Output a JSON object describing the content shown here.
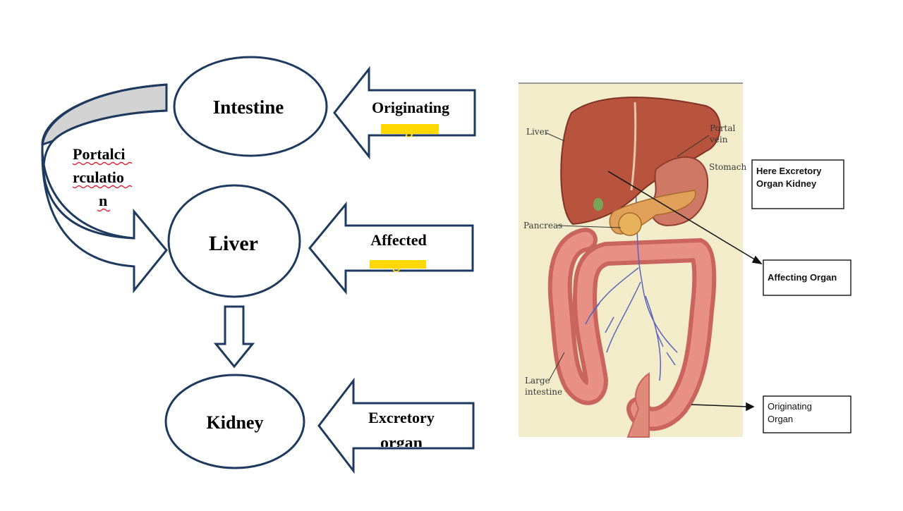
{
  "colors": {
    "outline": "#1f3a5f",
    "portal_fill": "#d3d3d3",
    "highlight": "#ffd800",
    "image_bg": "#f3eccb",
    "organ_red": "#b8533e",
    "vein": "#5b64b8"
  },
  "flow": {
    "nodes": {
      "intestine": "Intestine",
      "liver": "Liver",
      "kidney": "Kidney"
    },
    "arrows": {
      "originating_line1": "Originating",
      "originating_line2": "organ",
      "affected_line1": "Affected",
      "affected_line2": "organ",
      "excretory_line1": "Excretory",
      "excretory_line2": "organ"
    },
    "portal_label": [
      "Portalci",
      "rculatio",
      "n"
    ]
  },
  "illustration": {
    "labels": {
      "liver": "Liver",
      "portal_vein_1": "Portal",
      "portal_vein_2": "vein",
      "stomach": "Stomach",
      "pancreas": "Pancreas",
      "large_intestine_1": "Large",
      "large_intestine_2": "intestine"
    }
  },
  "callouts": {
    "kidney_line1": "Here Excretory",
    "kidney_line2": "Organ Kidney",
    "affecting": "Affecting Organ",
    "originating_line1": "Originating",
    "originating_line2": "Organ"
  }
}
